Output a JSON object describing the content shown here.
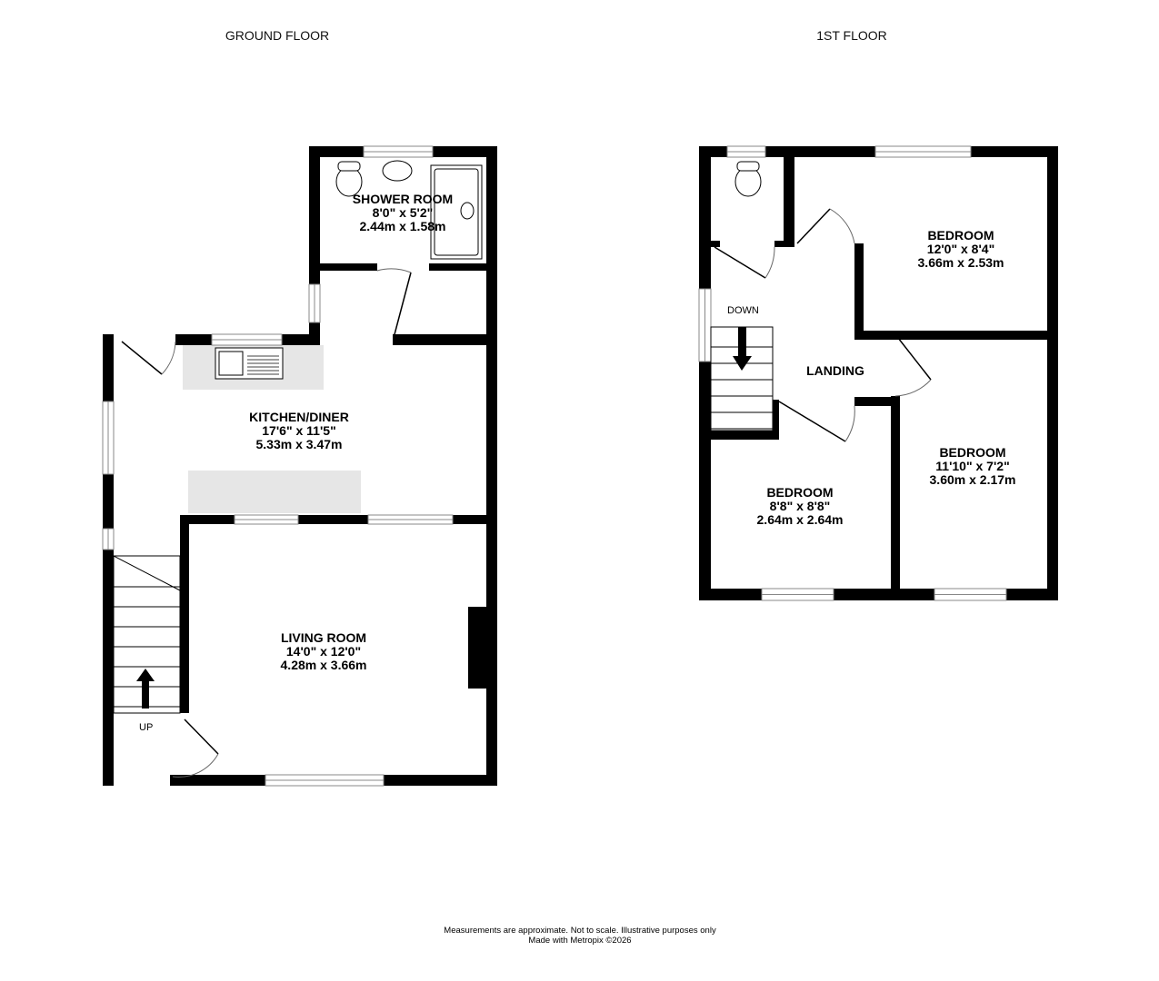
{
  "floors": [
    {
      "title": "GROUND FLOOR"
    },
    {
      "title": "1ST FLOOR"
    }
  ],
  "ground_rooms": [
    {
      "name": "SHOWER ROOM",
      "imperial": "8'0\"  x 5'2\"",
      "metric": "2.44m  x 1.58m"
    },
    {
      "name": "KITCHEN/DINER",
      "imperial": "17'6\"  x 11'5\"",
      "metric": "5.33m  x 3.47m"
    },
    {
      "name": "LIVING ROOM",
      "imperial": "14'0\"  x 12'0\"",
      "metric": "4.28m  x 3.66m"
    }
  ],
  "first_rooms": [
    {
      "name": "BEDROOM",
      "imperial": "12'0\"  x 8'4\"",
      "metric": "3.66m  x 2.53m"
    },
    {
      "name": "BEDROOM",
      "imperial": "11'10\"  x 7'2\"",
      "metric": "3.60m  x 2.17m"
    },
    {
      "name": "BEDROOM",
      "imperial": "8'8\"  x 8'8\"",
      "metric": "2.64m  x 2.64m"
    },
    {
      "name": "LANDING"
    }
  ],
  "stairs": {
    "up": "UP",
    "down": "DOWN"
  },
  "footer": {
    "disclaimer": "Measurements are approximate.  Not to scale.  Illustrative purposes only",
    "credit": "Made with Metropix ©2026"
  },
  "colors": {
    "wall": "#000000",
    "counter": "#e6e6e6"
  }
}
